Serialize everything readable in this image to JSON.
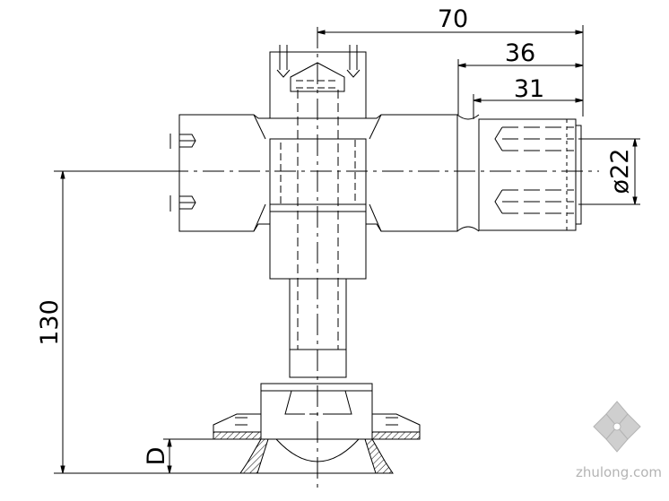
{
  "drawing": {
    "dimensions": {
      "overall_length": "70",
      "outer_length": "36",
      "inner_length": "31",
      "diameter": "ø22",
      "height": "130",
      "depth": "D"
    }
  },
  "watermark": {
    "site": "zhulong.com",
    "logo_icon": "zhulong-flower-logo-icon"
  },
  "colors": {
    "line": "#000000",
    "watermark": "#b4b4b4"
  }
}
